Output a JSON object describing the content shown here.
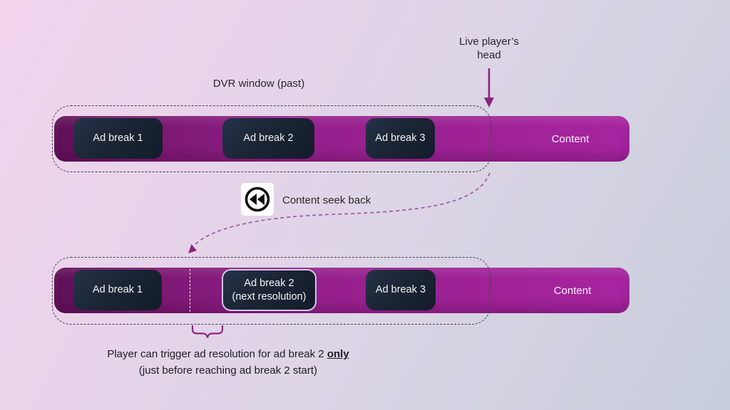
{
  "labels": {
    "live_player_head": "Live player’s\nhead",
    "dvr_window": "DVR window (past)",
    "content_seek_back": "Content seek back"
  },
  "timeline_top": {
    "ad_breaks": [
      "Ad break 1",
      "Ad break 2",
      "Ad break 3"
    ],
    "content_label": "Content"
  },
  "timeline_bottom": {
    "ad_break_1": "Ad break 1",
    "ad_break_2_line1": "Ad break 2",
    "ad_break_2_line2": "(next resolution)",
    "ad_break_3": "Ad break 3",
    "content_label": "Content"
  },
  "note": {
    "line1_prefix": "Player can trigger ad resolution for ad break 2 ",
    "line1_emphasis": "only",
    "line2": "(just before reaching ad break 2 start)"
  },
  "icons": {
    "rewind_icon": "fast-rewind-circle"
  },
  "colors": {
    "bar_gradient_left": "#5f1057",
    "bar_gradient_right": "#a724a0",
    "ad_box_dark": "#1b2535",
    "accent_purple": "#8b2481",
    "dashed_curve_purple": "#9c5998",
    "background_pink": "#f2d3ec",
    "background_blue_gray": "#c6cdda"
  }
}
